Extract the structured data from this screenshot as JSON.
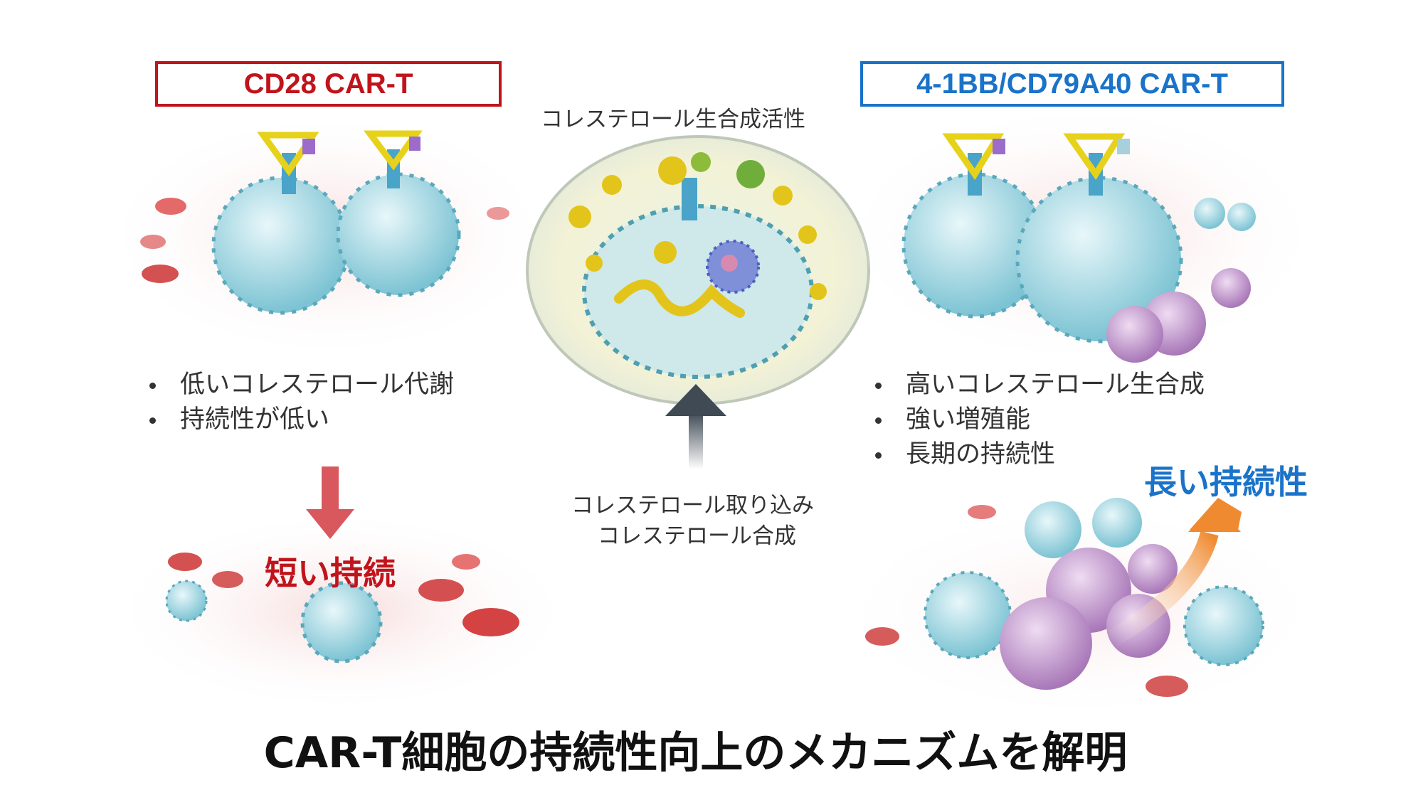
{
  "left_panel": {
    "title": "CD28 CAR-T",
    "bullets": [
      "低いコレステロール代謝",
      "持続性が低い"
    ],
    "outcome": "短い持続"
  },
  "center_panel": {
    "top_label": "コレステロール生合成活性",
    "bottom_labels": [
      "コレステロール取り込み",
      "コレステロール合成"
    ]
  },
  "right_panel": {
    "title": "4-1BB/CD79A40 CAR-T",
    "bullets": [
      "高いコレステロール生合成",
      "強い増殖能",
      "長期の持続性"
    ],
    "outcome": "長い持続性"
  },
  "footer": {
    "title": "CAR-T細胞の持続性向上のメカニズムを解明"
  },
  "colors": {
    "red": "#c0141c",
    "blue": "#1a73c8",
    "orange": "#f08a30",
    "gray_arrow": "#4a5560"
  }
}
